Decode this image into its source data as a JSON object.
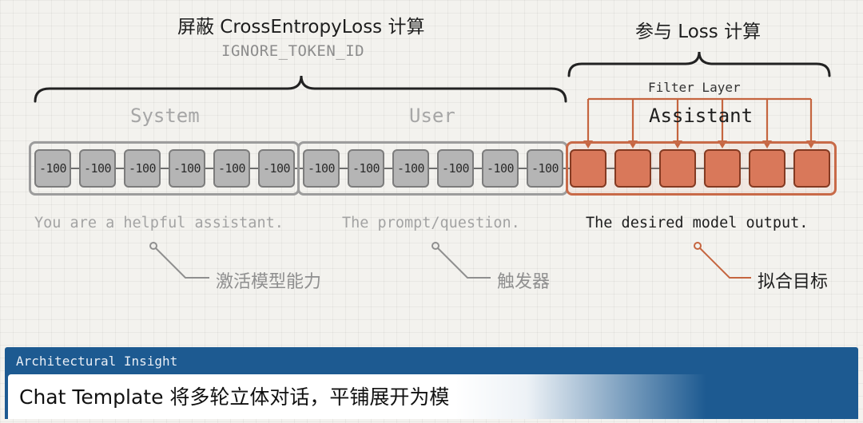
{
  "masked": {
    "title": "屏蔽 CrossEntropyLoss 计算",
    "subtitle": "IGNORE_TOKEN_ID"
  },
  "loss": {
    "title": "参与 Loss 计算",
    "filter_label": "Filter Layer"
  },
  "segments": {
    "system": {
      "label": "System",
      "tokens": [
        "-100",
        "-100",
        "-100",
        "-100",
        "-100",
        "-100"
      ],
      "description": "You are a helpful assistant.",
      "callout": "激活模型能力"
    },
    "user": {
      "label": "User",
      "tokens": [
        "-100",
        "-100",
        "-100",
        "-100",
        "-100",
        "-100"
      ],
      "description": "The prompt/question.",
      "callout": "触发器"
    },
    "assistant": {
      "label": "Assistant",
      "token_count": 6,
      "description": "The desired model output.",
      "callout": "拟合目标"
    }
  },
  "banner": {
    "heading": "Architectural Insight",
    "text": "Chat Template 将多轮立体对话，平铺展开为模"
  },
  "colors": {
    "masked_token": "#b5b5b5",
    "target_token": "#d9785a",
    "accent": "#c86a48",
    "banner": "#1d5a91"
  }
}
